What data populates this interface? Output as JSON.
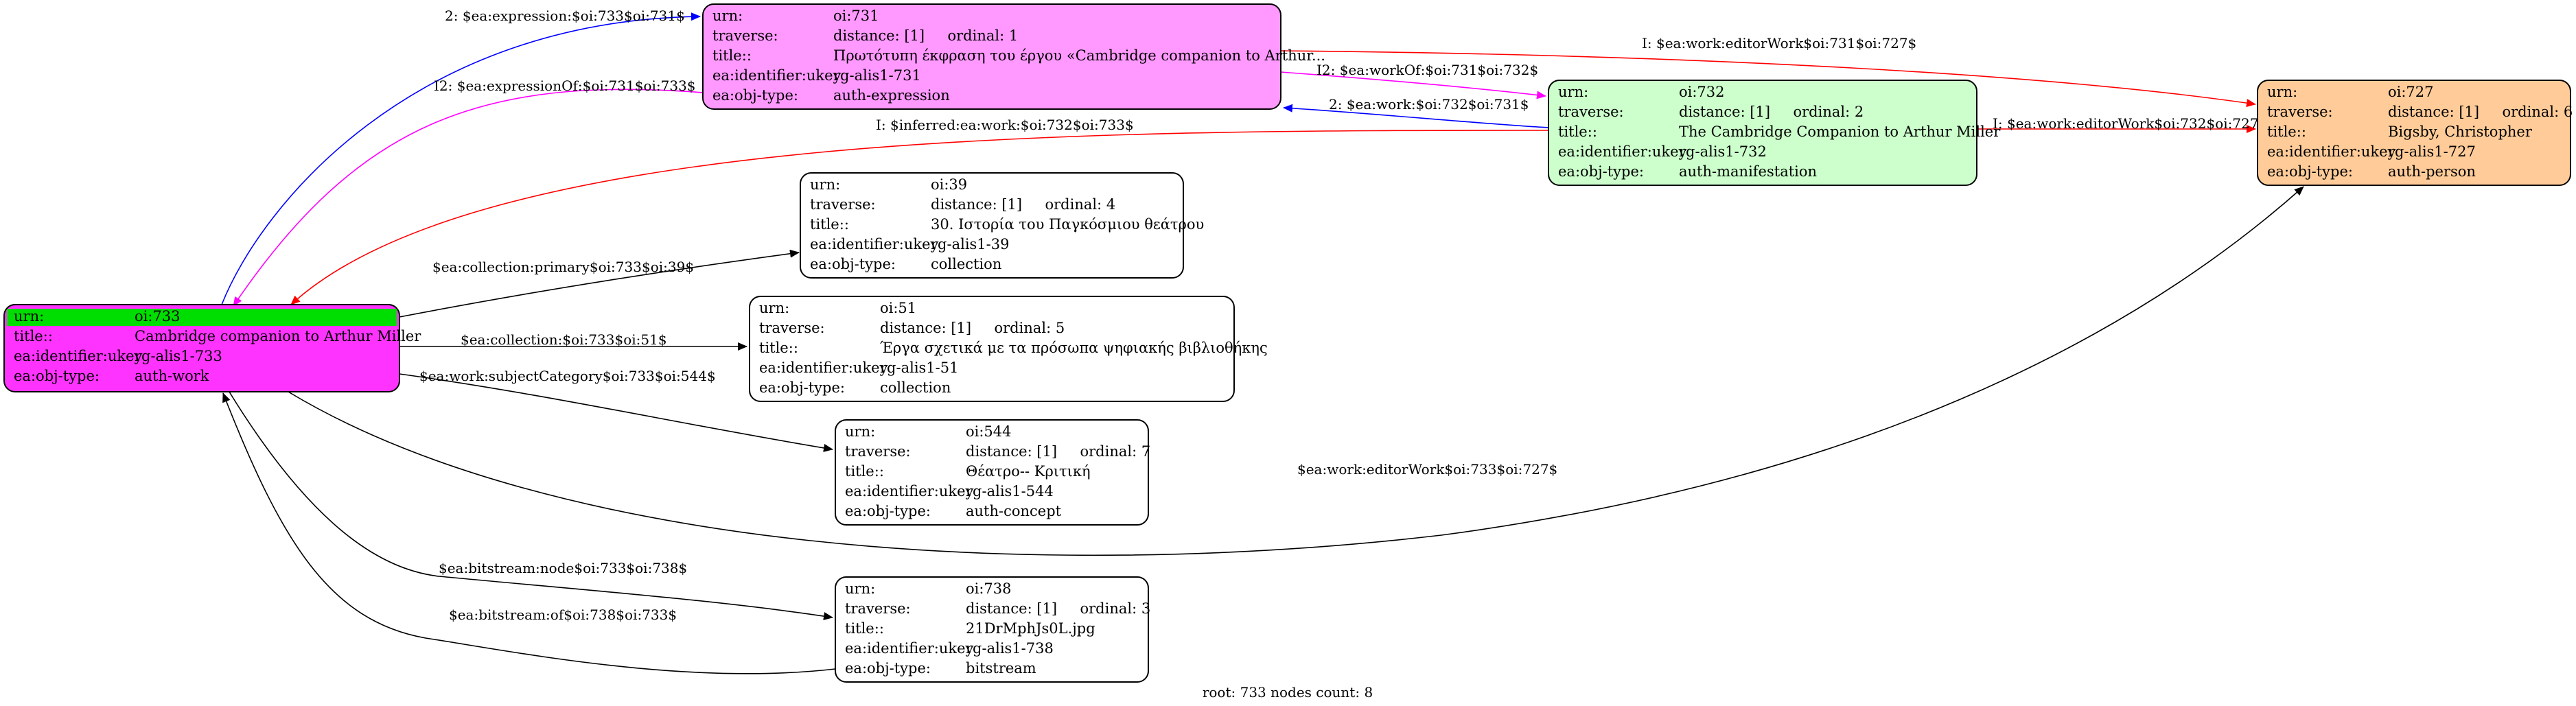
{
  "graph": {
    "footer": "root: 733 nodes count: 8",
    "colors": {
      "work": "#ff33ff",
      "expression": "#ff99ff",
      "manifestation": "#ccffcc",
      "person": "#ffcc99",
      "default": "#ffffff",
      "root_highlight": "#00dd00",
      "edge_black": "#000000",
      "edge_blue": "#0000ff",
      "edge_red": "#ff0000",
      "edge_magenta": "#ff00ff"
    },
    "nodes": [
      {
        "id": "oi733",
        "fill": "work",
        "highlight_first_row": true,
        "rows": [
          {
            "key": "urn:",
            "value": "oi:733"
          },
          {
            "key": "title::",
            "value": "Cambridge companion to Arthur Miller"
          },
          {
            "key": "ea:identifier:ukey",
            "value": "rg-alis1-733"
          },
          {
            "key": "ea:obj-type:",
            "value": "auth-work"
          }
        ]
      },
      {
        "id": "oi731",
        "fill": "expression",
        "rows": [
          {
            "key": "urn:",
            "value": "oi:731"
          },
          {
            "key": "traverse:",
            "value": "distance: [1]     ordinal: 1"
          },
          {
            "key": "title::",
            "value": "Πρωτότυπη έκφραση του έργου «Cambridge companion to Arthur..."
          },
          {
            "key": "ea:identifier:ukey",
            "value": "rg-alis1-731"
          },
          {
            "key": "ea:obj-type:",
            "value": "auth-expression"
          }
        ]
      },
      {
        "id": "oi732",
        "fill": "manifestation",
        "rows": [
          {
            "key": "urn:",
            "value": "oi:732"
          },
          {
            "key": "traverse:",
            "value": "distance: [1]     ordinal: 2"
          },
          {
            "key": "title::",
            "value": "The Cambridge Companion to Arthur Miller"
          },
          {
            "key": "ea:identifier:ukey",
            "value": "rg-alis1-732"
          },
          {
            "key": "ea:obj-type:",
            "value": "auth-manifestation"
          }
        ]
      },
      {
        "id": "oi727",
        "fill": "person",
        "rows": [
          {
            "key": "urn:",
            "value": "oi:727"
          },
          {
            "key": "traverse:",
            "value": "distance: [1]     ordinal: 6"
          },
          {
            "key": "title::",
            "value": "Bigsby, Christopher"
          },
          {
            "key": "ea:identifier:ukey",
            "value": "rg-alis1-727"
          },
          {
            "key": "ea:obj-type:",
            "value": "auth-person"
          }
        ]
      },
      {
        "id": "oi39",
        "fill": "default",
        "rows": [
          {
            "key": "urn:",
            "value": "oi:39"
          },
          {
            "key": "traverse:",
            "value": "distance: [1]     ordinal: 4"
          },
          {
            "key": "title::",
            "value": "30. Ιστορία του Παγκόσμιου θεάτρου"
          },
          {
            "key": "ea:identifier:ukey",
            "value": "rg-alis1-39"
          },
          {
            "key": "ea:obj-type:",
            "value": "collection"
          }
        ]
      },
      {
        "id": "oi51",
        "fill": "default",
        "rows": [
          {
            "key": "urn:",
            "value": "oi:51"
          },
          {
            "key": "traverse:",
            "value": "distance: [1]     ordinal: 5"
          },
          {
            "key": "title::",
            "value": "Έργα σχετικά με τα πρόσωπα ψηφιακής βιβλιοθήκης"
          },
          {
            "key": "ea:identifier:ukey",
            "value": "rg-alis1-51"
          },
          {
            "key": "ea:obj-type:",
            "value": "collection"
          }
        ]
      },
      {
        "id": "oi544",
        "fill": "default",
        "rows": [
          {
            "key": "urn:",
            "value": "oi:544"
          },
          {
            "key": "traverse:",
            "value": "distance: [1]     ordinal: 7"
          },
          {
            "key": "title::",
            "value": "Θέατρο-- Κριτική"
          },
          {
            "key": "ea:identifier:ukey",
            "value": "rg-alis1-544"
          },
          {
            "key": "ea:obj-type:",
            "value": "auth-concept"
          }
        ]
      },
      {
        "id": "oi738",
        "fill": "default",
        "rows": [
          {
            "key": "urn:",
            "value": "oi:738"
          },
          {
            "key": "traverse:",
            "value": "distance: [1]     ordinal: 3"
          },
          {
            "key": "title::",
            "value": "21DrMphJs0L.jpg"
          },
          {
            "key": "ea:identifier:ukey",
            "value": "rg-alis1-738"
          },
          {
            "key": "ea:obj-type:",
            "value": "bitstream"
          }
        ]
      }
    ],
    "edges": [
      {
        "id": "e1",
        "from": "oi733",
        "to": "oi731",
        "color": "edge_blue",
        "label": "2: $ea:expression:$oi:733$oi:731$"
      },
      {
        "id": "e2",
        "from": "oi731",
        "to": "oi733",
        "color": "edge_magenta",
        "label": "I2: $ea:expressionOf:$oi:731$oi:733$"
      },
      {
        "id": "e3",
        "from": "oi731",
        "to": "oi727",
        "color": "edge_red",
        "label": "I: $ea:work:editorWork$oi:731$oi:727$"
      },
      {
        "id": "e4",
        "from": "oi731",
        "to": "oi732",
        "color": "edge_magenta",
        "label": "I2: $ea:workOf:$oi:731$oi:732$"
      },
      {
        "id": "e5",
        "from": "oi732",
        "to": "oi731",
        "color": "edge_blue",
        "label": "2: $ea:work:$oi:732$oi:731$"
      },
      {
        "id": "e6",
        "from": "oi732",
        "to": "oi733",
        "color": "edge_red",
        "label": "I: $inferred:ea:work:$oi:732$oi:733$"
      },
      {
        "id": "e7",
        "from": "oi732",
        "to": "oi727",
        "color": "edge_red",
        "label": "I: $ea:work:editorWork$oi:732$oi:727$"
      },
      {
        "id": "e8",
        "from": "oi733",
        "to": "oi39",
        "color": "edge_black",
        "label": "$ea:collection:primary$oi:733$oi:39$"
      },
      {
        "id": "e9",
        "from": "oi733",
        "to": "oi51",
        "color": "edge_black",
        "label": "$ea:collection:$oi:733$oi:51$"
      },
      {
        "id": "e10",
        "from": "oi733",
        "to": "oi544",
        "color": "edge_black",
        "label": "$ea:work:subjectCategory$oi:733$oi:544$"
      },
      {
        "id": "e11",
        "from": "oi733",
        "to": "oi727",
        "color": "edge_black",
        "label": "$ea:work:editorWork$oi:733$oi:727$"
      },
      {
        "id": "e12",
        "from": "oi733",
        "to": "oi738",
        "color": "edge_black",
        "label": "$ea:bitstream:node$oi:733$oi:738$"
      },
      {
        "id": "e13",
        "from": "oi738",
        "to": "oi733",
        "color": "edge_black",
        "label": "$ea:bitstream:of$oi:738$oi:733$"
      }
    ]
  }
}
